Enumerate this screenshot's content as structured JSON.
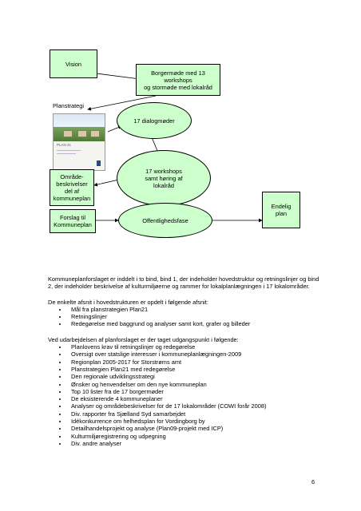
{
  "diagram": {
    "vision": "Vision",
    "borgermode": "Borgermøde med 13 workshops\nog stormøde med lokalråd",
    "planstrategi_label": "Planstrategi",
    "cover": {
      "title": "PLAN 21"
    },
    "dialogmoder": "17 dialogmøder",
    "workshops": "17 workshops\nsamt høring af\nlokalråd",
    "omraade": "Område-\nbeskrivelser\ndel af\nkommuneplan",
    "forslag": "Forslag til\nKommuneplan",
    "offentlighed": "Offentlighedsfase",
    "endelig": "Endelig\nplan"
  },
  "text": {
    "para1": "Kommuneplanforslaget er inddelt i to bind, bind 1, der indeholder hovedstruktur og retningslinjer og bind 2, der indeholder beskrivelse af kulturmiljøerne og rammer for lokalplanlægningen i 17 lokalområder.",
    "para2": "De enkelte afsnit i hovedstrukturen er opdelt i følgende afsnit:",
    "list1": [
      "Mål fra planstrategien Plan21",
      "Retningslinjer",
      "Redegørelse med baggrund og analyser samt kort, grafer og billeder"
    ],
    "para3": "Ved udarbejdelsen af planforslaget er der taget udgangspunkt i følgende:",
    "list2": [
      "Planlovens krav til retningslinjer og redegørelse",
      "Oversigt over statslige interesser i kommuneplanlægningen-2009",
      "Regionplan 2005-2017 for Storstrøms amt",
      "Planstrategien Plan21 med redegørelse",
      "Den regionale udviklingsstrategi",
      "Ønsker og henvendelser om den nye kommuneplan",
      "Top 10 lister fra de 17 borgermøder",
      "De eksisterende 4 kommuneplaner",
      "Analyser og områdebeskrivelser for de 17 lokalområder (COWI forår 2008)",
      "Div. rapporter fra Sjælland Syd samarbejdet",
      "Idékonkurrence om helhedsplan for Vordingborg by",
      "Detailhandelsprojekt og analyse (Plan09-projekt med ICP)",
      "Kulturmiljøregistrering og udpegning",
      "Div. andre analyser"
    ]
  },
  "page_number": "6"
}
